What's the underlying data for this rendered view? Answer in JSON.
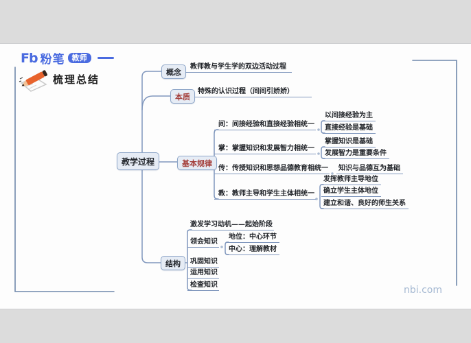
{
  "brand": {
    "fb": "Fb",
    "name": "粉笔",
    "badge": "教师",
    "subtitle": "梳理总结",
    "accent_color": "#4a6be0"
  },
  "watermark": "nbi.com",
  "colors": {
    "line": "#8097bd",
    "frame": "#6f88ab",
    "box_fill": "#e6ecf5",
    "box_border": "#8ea6c8",
    "red_label": "#a33c38"
  },
  "mindmap": {
    "root": "教学过程",
    "branches": [
      {
        "label": "概念",
        "text": "教师教与学生学的双边活动过程"
      },
      {
        "label": "本质",
        "text": "特殊的认识过程（间间引娇娇）"
      },
      {
        "label": "基本规律",
        "rows": [
          {
            "text": "间：间接经验和直接经验相统一",
            "children": [
              "以间接经验为主",
              "直接经验是基础"
            ]
          },
          {
            "text": "掌：掌握知识和发展智力相统一",
            "children": [
              "掌握知识是基础",
              "发展智力是重要条件"
            ]
          },
          {
            "text": "传：传授知识和思想品德教育相统一",
            "children": [
              "知识与品德互为基础"
            ]
          },
          {
            "text": "教：教师主导和学生主体相统一",
            "children": [
              "发挥教师主导地位",
              "确立学生主体地位",
              "建立和谐、良好的师生关系"
            ]
          }
        ]
      },
      {
        "label": "结构",
        "rows": [
          {
            "text": "激发学习动机——起始阶段",
            "children": []
          },
          {
            "text": "领会知识",
            "children": [
              "地位：中心环节",
              "中心：理解教材"
            ]
          },
          {
            "text": "巩固知识",
            "children": []
          },
          {
            "text": "运用知识",
            "children": []
          },
          {
            "text": "检查知识",
            "children": []
          }
        ]
      }
    ]
  }
}
